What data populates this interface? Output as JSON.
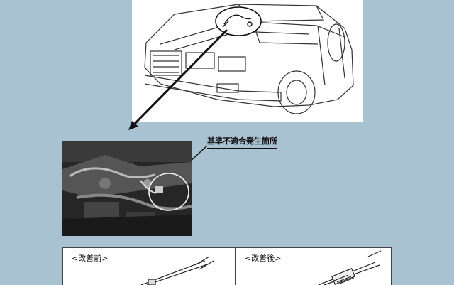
{
  "callout": {
    "text": "基準不適合発生箇所"
  },
  "compare": {
    "before_label": "<改善前>",
    "after_label": "<改善後>"
  },
  "colors": {
    "background": "#a9c2d2",
    "panel": "#ffffff",
    "ink": "#111111",
    "photo_dark": "#2a2a2a"
  }
}
